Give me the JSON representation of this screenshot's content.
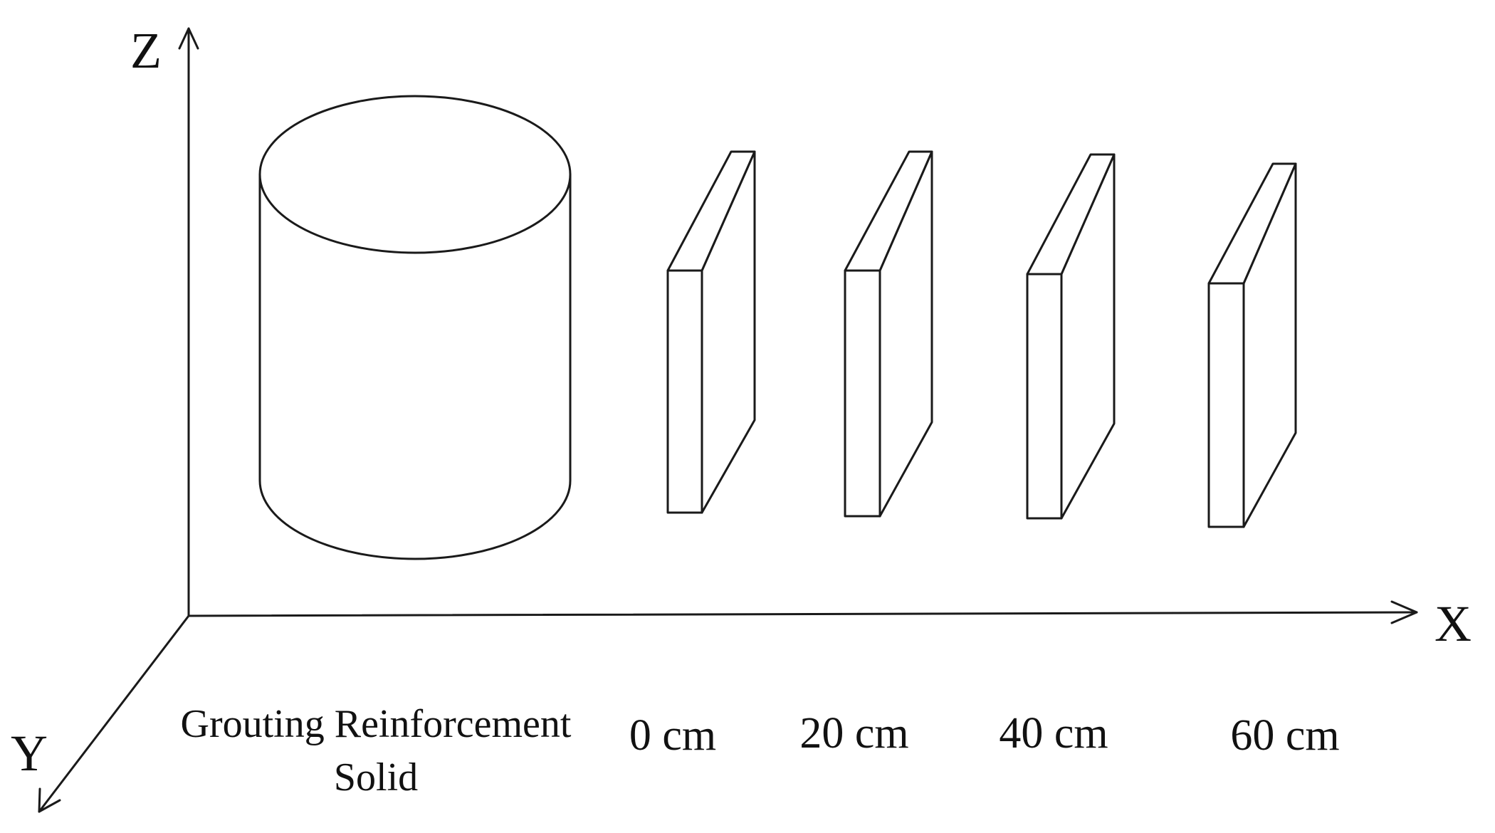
{
  "axes": {
    "z_label": "Z",
    "x_label": "X",
    "y_label": "Y"
  },
  "solid": {
    "label_line1": "Grouting Reinforcement",
    "label_line2": "Solid"
  },
  "plates": [
    {
      "distance_label": "0 cm"
    },
    {
      "distance_label": "20 cm"
    },
    {
      "distance_label": "40 cm"
    },
    {
      "distance_label": "60 cm"
    }
  ]
}
